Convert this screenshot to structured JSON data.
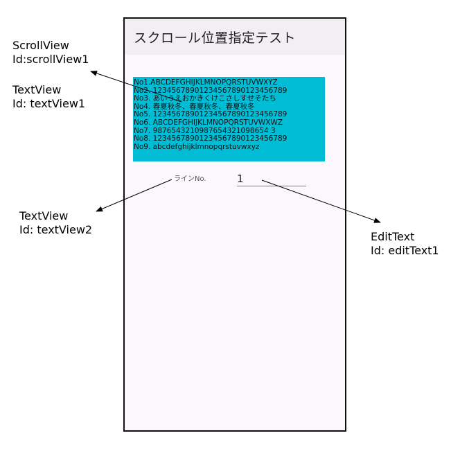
{
  "annotations": {
    "scroll_view": [
      "ScrollView",
      "Id:scrollView1"
    ],
    "text_view1": [
      "TextView",
      "Id: textView1"
    ],
    "text_view2": [
      "TextView",
      "Id: textView2"
    ],
    "edit_text": [
      "EditText",
      "Id: editText1"
    ]
  },
  "app": {
    "title": "スクロール位置指定テスト"
  },
  "scroll_view": {
    "lines": [
      "No1.ABCDEFGHIJKLMNOPQRSTUVWXYZ",
      "No2. 12345678901234567890123456789",
      "No3. あいうえおかきくけこさしすせそたち",
      "No4. 春夏秋冬、春夏秋冬、春夏秋冬",
      "No5. 12345678901234567890123456789",
      "No6. ABCDEFGHIJKLMNOPQRSTUVWXWZ",
      "No7. 9876543210987654321098654 3",
      "No8. 12345678901234567890123456789",
      "No9. abcdefghijklmnopqrstuvwxyz"
    ]
  },
  "line_label": "ラインNo.",
  "edit_text": {
    "value": "1"
  }
}
